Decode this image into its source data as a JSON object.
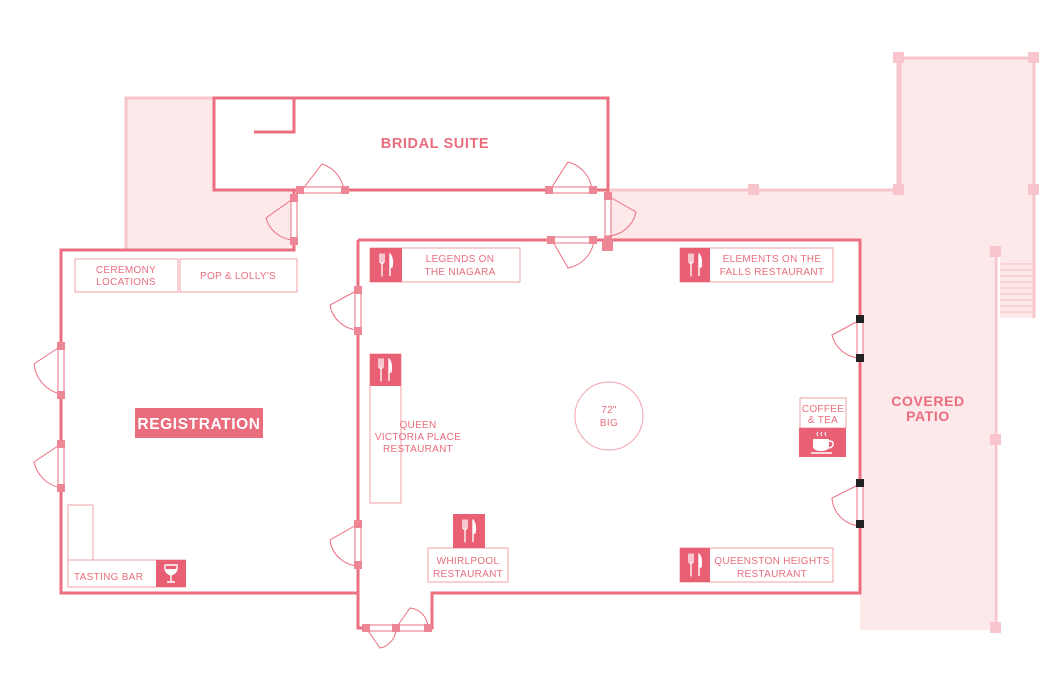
{
  "colors": {
    "wall": "#ec6f80",
    "light_wall": "#f7c5cb",
    "fill_area": "#fde8ea",
    "icon_bg": "#e95f74",
    "door_hinge": "#ee8795",
    "black_hinge": "#222222"
  },
  "rooms": {
    "bridal_suite": "BRIDAL SUITE",
    "covered_patio_line1": "COVERED",
    "covered_patio_line2": "PATIO",
    "registration": "REGISTRATION"
  },
  "labels": {
    "ceremony_line1": "CEREMONY",
    "ceremony_line2": "LOCATIONS",
    "pop_lolly": "POP & LOLLY'S",
    "tasting_bar": "TASTING BAR",
    "legends_line1": "LEGENDS ON",
    "legends_line2": "THE NIAGARA",
    "elements_line1": "ELEMENTS ON THE",
    "elements_line2": "FALLS RESTAURANT",
    "queen_line1": "QUEEN",
    "queen_line2": "VICTORIA PLACE",
    "queen_line3": "RESTAURANT",
    "table_line1": "72\"",
    "table_line2": "BIG",
    "coffee_line1": "COFFEE",
    "coffee_line2": "& TEA",
    "whirlpool_line1": "WHIRLPOOL",
    "whirlpool_line2": "RESTAURANT",
    "queenston_line1": "QUEENSTON HEIGHTS",
    "queenston_line2": "RESTAURANT"
  },
  "icons": [
    "utensils-icon",
    "wine-glass-icon",
    "coffee-cup-icon",
    "door-icon"
  ]
}
